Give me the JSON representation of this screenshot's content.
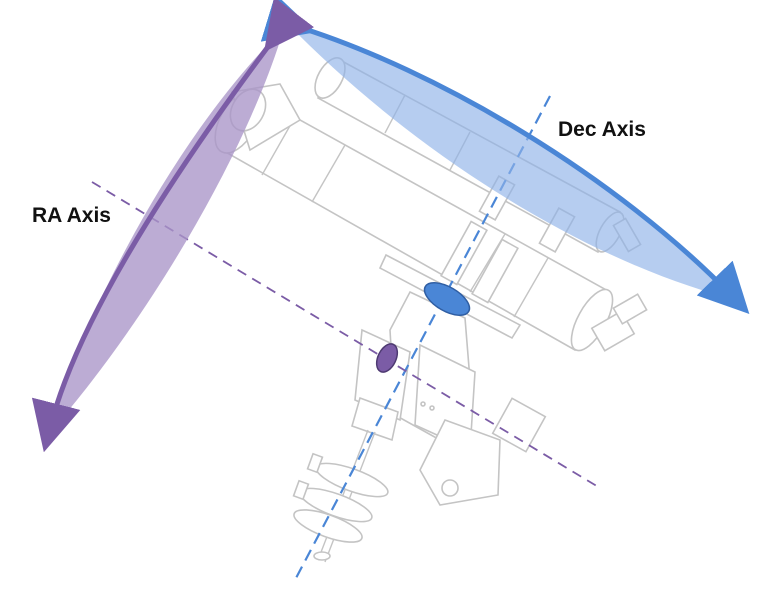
{
  "labels": {
    "dec_axis": "Dec Axis",
    "ra_axis": "RA Axis"
  },
  "colors": {
    "dec_color": "#4a86d6",
    "dec_fill": "#8fb2e8",
    "ra_color": "#7b5ca6",
    "ra_fill": "#a995c8",
    "mount_stroke": "#c4c4c4"
  },
  "icons": [
    "telescope-mount-illustration",
    "dec-rotation-arrow",
    "ra-rotation-arrow"
  ]
}
